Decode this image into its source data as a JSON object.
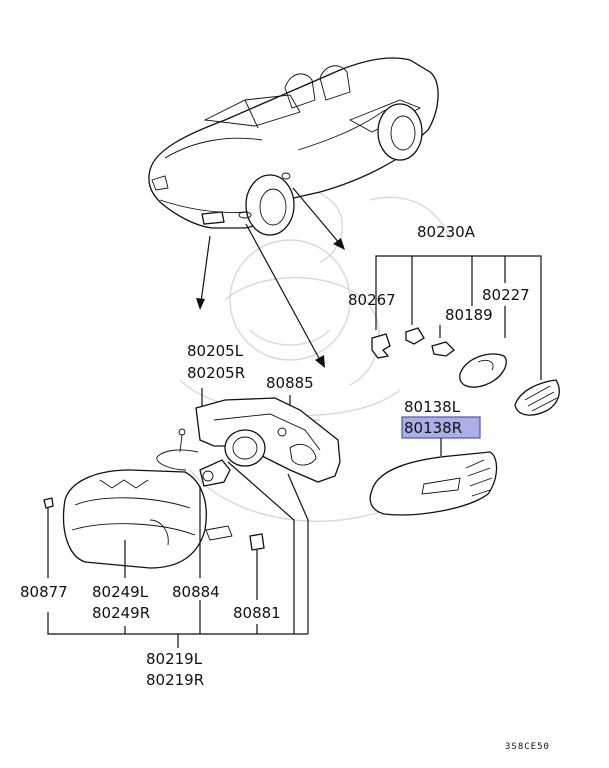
{
  "labels": {
    "p80230A": "80230A",
    "p80267": "80267",
    "p80227": "80227",
    "p80189": "80189",
    "p80205L": "80205L",
    "p80205R": "80205R",
    "p80885": "80885",
    "p80138L": "80138L",
    "p80138R": "80138R",
    "p80877": "80877",
    "p80249L": "80249L",
    "p80249R": "80249R",
    "p80884": "80884",
    "p80881": "80881",
    "p80219L": "80219L",
    "p80219R": "80219R"
  },
  "diagram_code": "3S8CE50",
  "colors": {
    "highlight_fill": "#aab0e6",
    "highlight_border": "#4a55b0",
    "line": "#111111"
  }
}
